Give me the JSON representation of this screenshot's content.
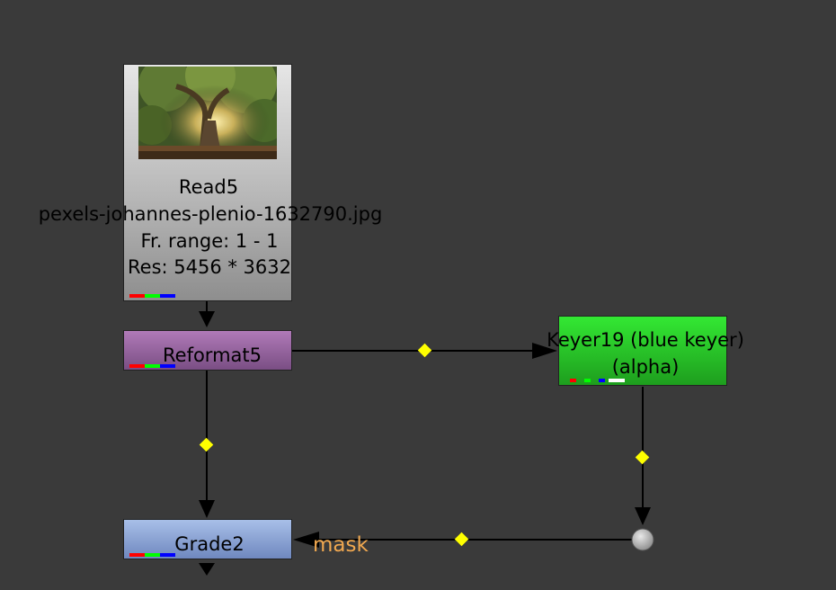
{
  "nodes": {
    "read": {
      "name": "Read5",
      "file": "pexels-johannes-plenio-1632790.jpg",
      "frame_range": "Fr. range: 1 - 1",
      "resolution": "Res: 5456 * 3632",
      "color": "#b4b4b4"
    },
    "reformat": {
      "name": "Reformat5",
      "color": "#8e5e96"
    },
    "keyer": {
      "name": "Keyer19 (blue keyer)",
      "channel": "(alpha)",
      "color": "#2bd12b"
    },
    "grade": {
      "name": "Grade2",
      "color": "#8fa7d6"
    }
  },
  "edges": {
    "mask_label": "mask"
  },
  "colors": {
    "background": "#3a3a3a",
    "pipe_dot": "#ffff00",
    "mask_text": "#f0a850",
    "channel_red": "#ff0000",
    "channel_green": "#00ff00",
    "channel_blue": "#0000ff",
    "channel_alpha": "#ffffff"
  }
}
